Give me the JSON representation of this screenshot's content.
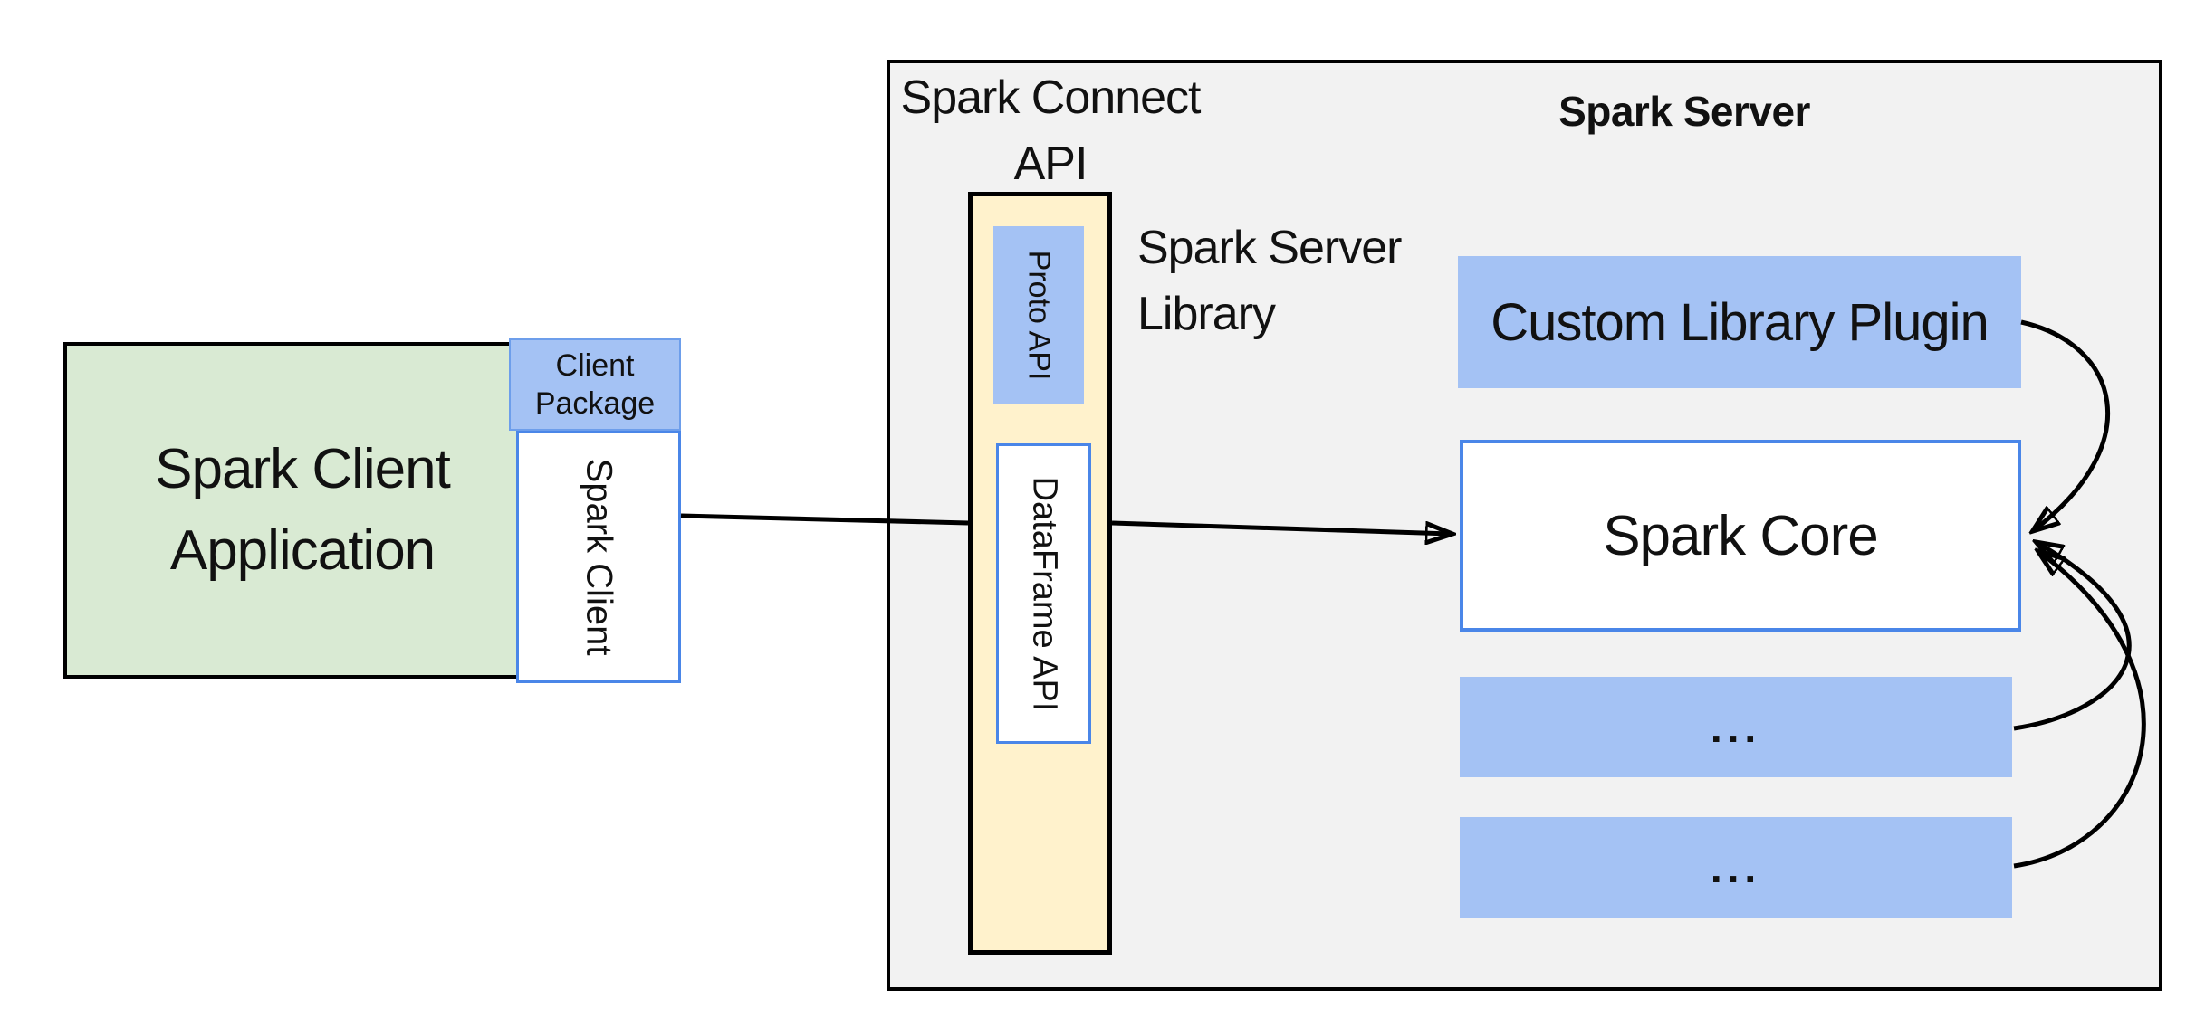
{
  "diagram": {
    "client_side": {
      "application_label": "Spark Client Application",
      "package_label": "Client Package",
      "client_label": "Spark Client"
    },
    "connect_pillar": {
      "api_label": "Spark Connect API",
      "proto_label": "Proto API",
      "dataframe_label": "DataFrame API",
      "library_label": "Spark Server Library"
    },
    "server_side": {
      "title": "Spark Server",
      "plugin_label": "Custom Library Plugin",
      "core_label": "Spark Core",
      "slot1_label": "...",
      "slot2_label": "..."
    },
    "colors": {
      "client_app_fill": "#d9ead3",
      "blue_fill": "#a4c2f4",
      "pillar_fill": "#fff2cc",
      "server_fill": "#f2f2f2",
      "blue_border": "#4a86e8",
      "black": "#000000",
      "background": "#ffffff"
    }
  }
}
